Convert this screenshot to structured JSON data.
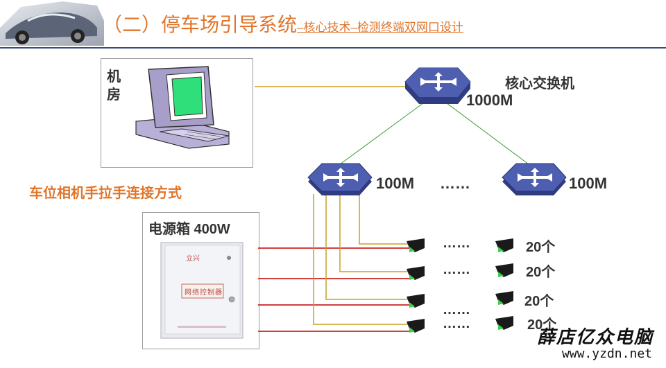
{
  "title": {
    "main": "（二）停车场引导系统",
    "sub": "–核心技术–检测终端双网口设计"
  },
  "server_room": {
    "label_line1": "机",
    "label_line2": "房"
  },
  "core_switch": {
    "name": "核心交换机",
    "speed": "1000M"
  },
  "access_switches": {
    "left_speed": "100M",
    "ellipsis": "……",
    "right_speed": "100M"
  },
  "method_label": "车位相机手拉手连接方式",
  "power_box": {
    "label": "电源箱 400W",
    "brand": "立兴",
    "plate": "网络控制器"
  },
  "camera_rows": [
    {
      "ellipsis": "……",
      "count": "20个"
    },
    {
      "ellipsis": "……",
      "count": "20个"
    },
    {
      "ellipsis": "……",
      "count": "20个"
    },
    {
      "ellipsis": "……",
      "count": "20个"
    }
  ],
  "watermark": {
    "name": "薛店亿众电脑",
    "url": "www.yzdn.net"
  },
  "colors": {
    "accent": "#e0752a",
    "switch": "#4a5aa8",
    "power_wire": "#cc2222",
    "data_wire": "#c8a020",
    "uplink": "#3a9a3a"
  }
}
